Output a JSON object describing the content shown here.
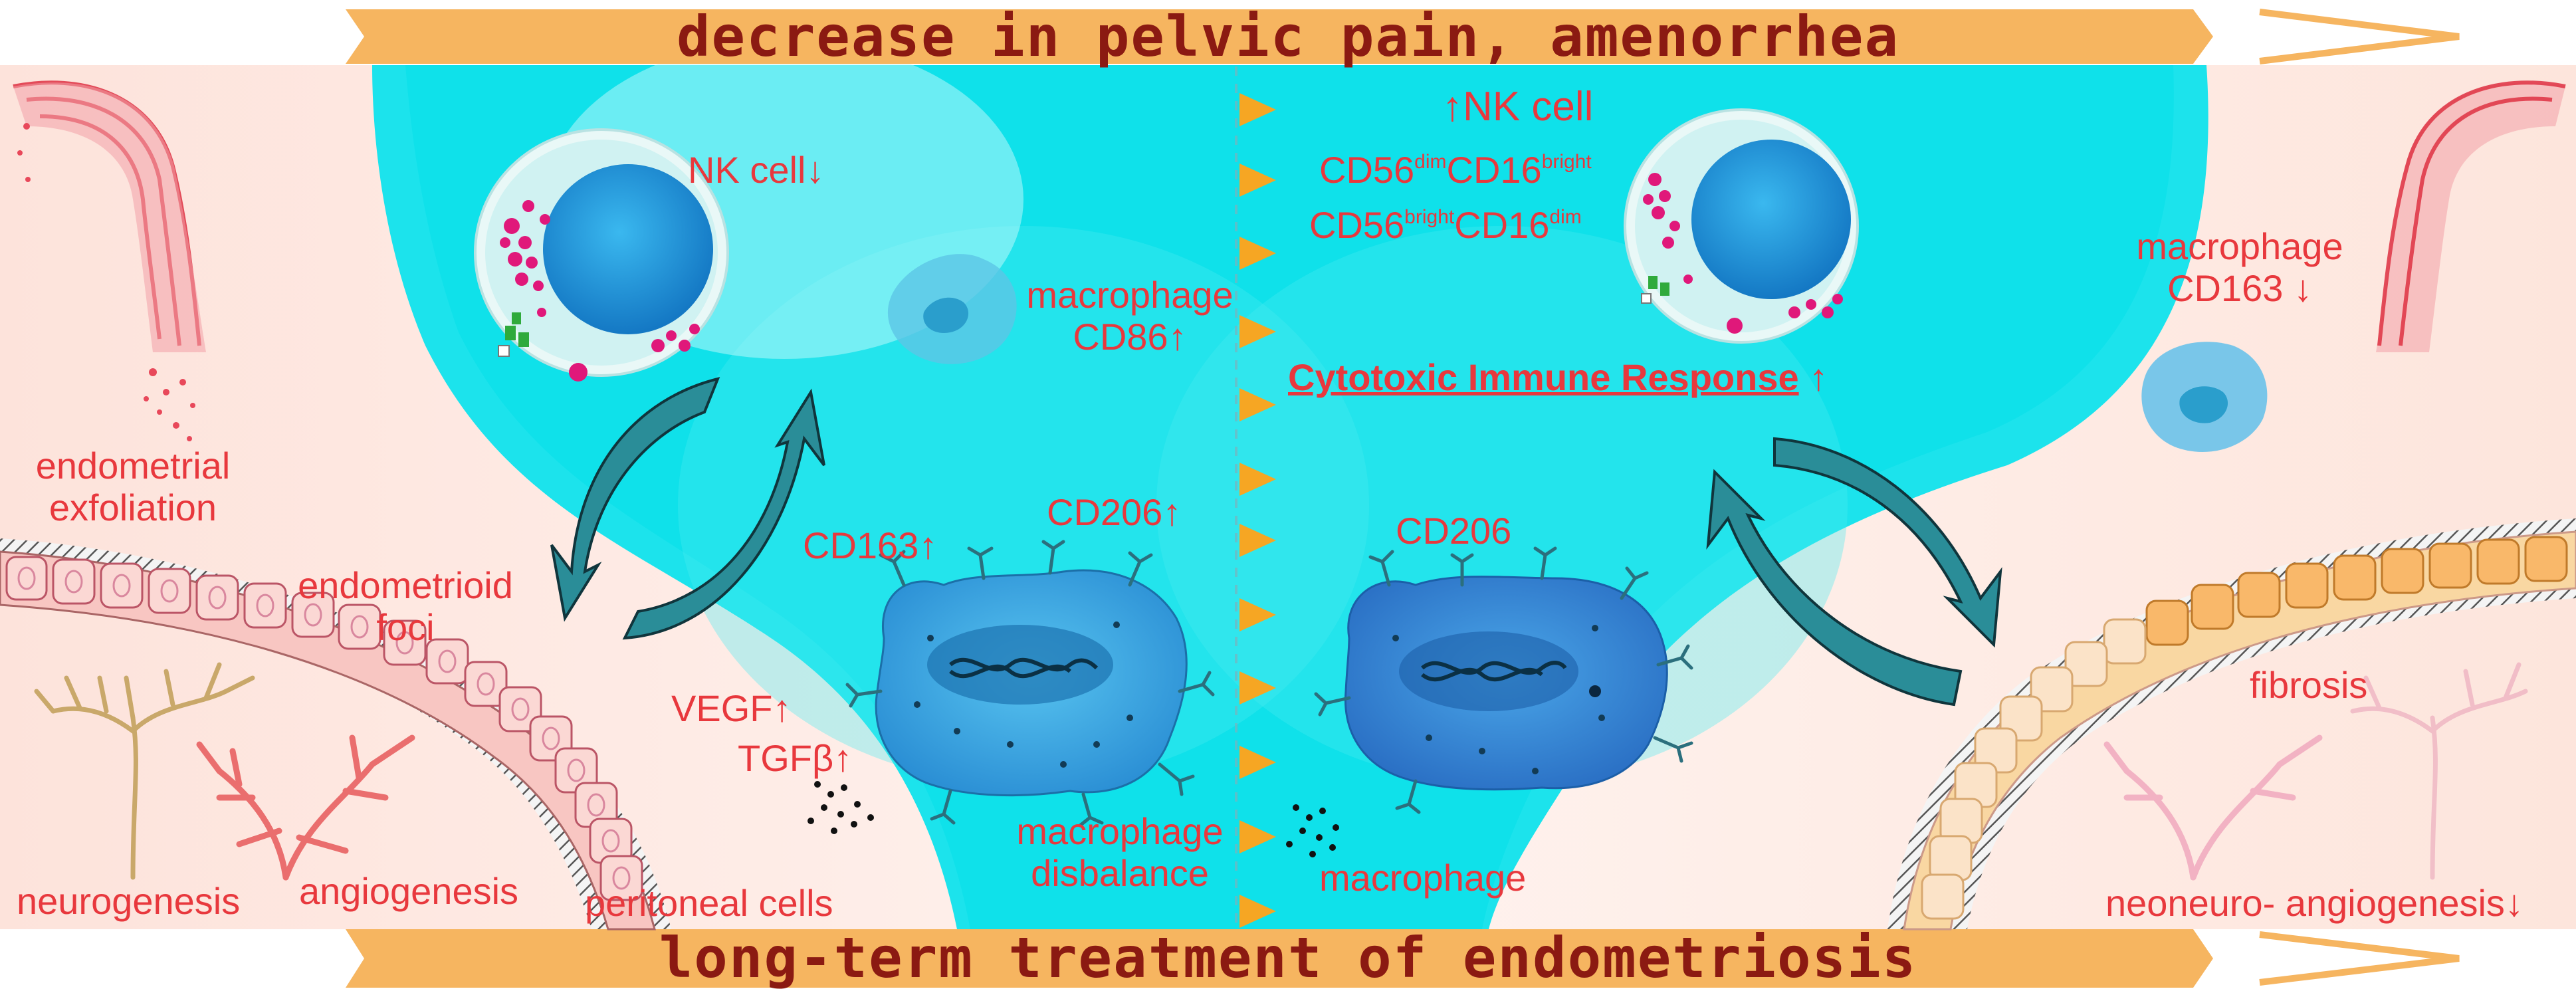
{
  "banner_top": "decrease in pelvic pain, amenorrhea",
  "banner_bottom": "long-term treatment of endometriosis",
  "left": {
    "nk_cell": "NK cell↓",
    "macrophage": "macrophage",
    "cd86": "CD86↑",
    "cd163": "CD163↑",
    "cd206": "CD206↑",
    "vegf": "VEGF↑",
    "tgfb": "TGFβ↑",
    "macrophage_disbalance_1": "macrophage",
    "macrophage_disbalance_2": "disbalance",
    "endometrial_1": "endometrial",
    "endometrial_2": "exfoliation",
    "endometrioid_1": "endometrioid",
    "endometrioid_2": "foci",
    "neurogenesis": "neurogenesis",
    "angiogenesis": "angiogenesis",
    "peritoneal": "peritoneal cells"
  },
  "right": {
    "nk_cell": "↑NK cell",
    "cd56": "CD56",
    "cd16": "CD16",
    "sup_dim": "dim",
    "sup_bright": "bright",
    "cytotoxic": "Cytotoxic Immune Response",
    "up_arrow": "↑",
    "macrophage": "macrophage",
    "cd163": "CD163 ↓",
    "cd206": "CD206",
    "fibrosis": "fibrosis",
    "macrophage_bottom": "macrophage",
    "neoneuro": "neoneuro- angiogenesis↓"
  },
  "colors": {
    "cyan": "#16e2ea",
    "banner": "#f6b560",
    "label_red": "#e8383d",
    "banner_text": "#8b1a12",
    "arrow_teal": "#2a8d98"
  }
}
